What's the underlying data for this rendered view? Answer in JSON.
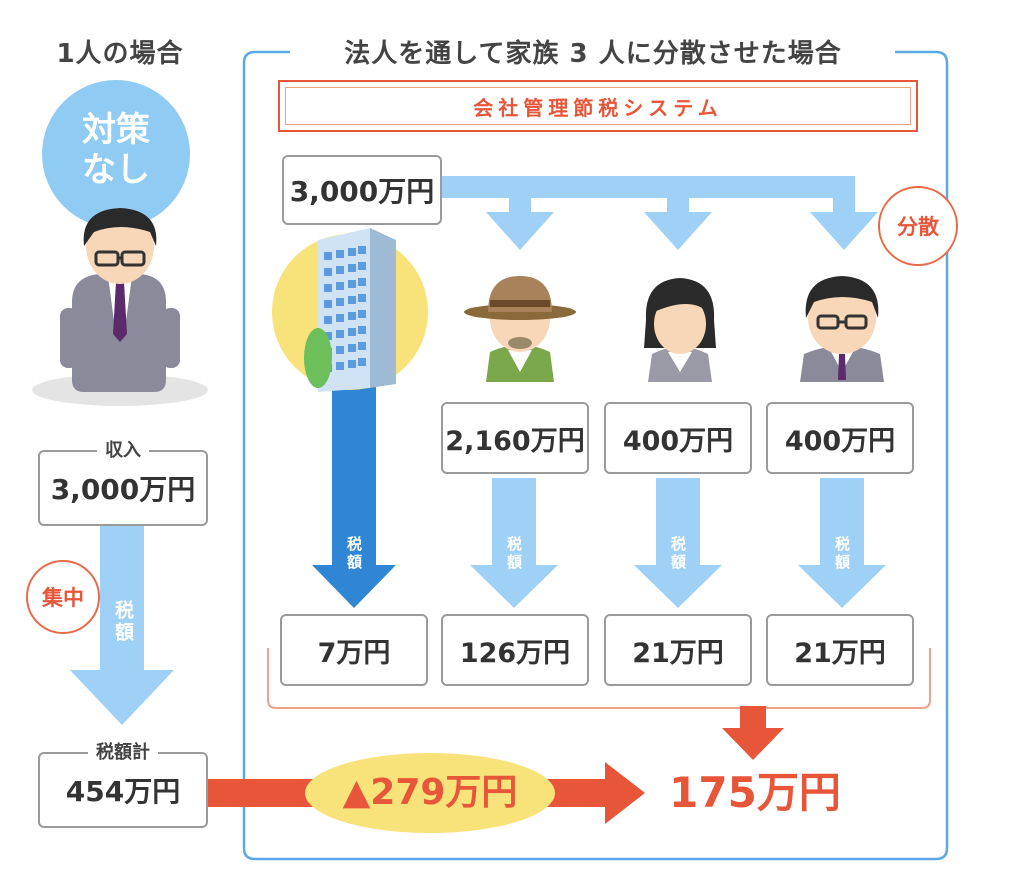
{
  "left": {
    "heading": "1人の場合",
    "no_measure": [
      "対策",
      "なし"
    ],
    "income_caption": "収入",
    "income_value": "3,000万円",
    "concentrate_label": "集中",
    "tax_label": "税額",
    "total_caption": "税額計",
    "total_value": "454万円"
  },
  "right": {
    "heading": "法人を通して家族 3 人に分散させた場合",
    "system_banner": "会社管理節税システム",
    "source_value": "3,000万円",
    "disperse_label": "分散",
    "incomes": [
      "2,160万円",
      "400万円",
      "400万円"
    ],
    "tax_label": "税額",
    "taxes": [
      "7万円",
      "126万円",
      "21万円",
      "21万円"
    ],
    "result_value": "175万円"
  },
  "savings_value": "▲279万円",
  "colors": {
    "blue_frame": "#5aa9e6",
    "light_arrow": "#9fd0f5",
    "dark_arrow": "#2f86d4",
    "orange": "#e8563a",
    "yellow": "#f8e27a",
    "light_blue_circle": "#8fcbf3"
  }
}
